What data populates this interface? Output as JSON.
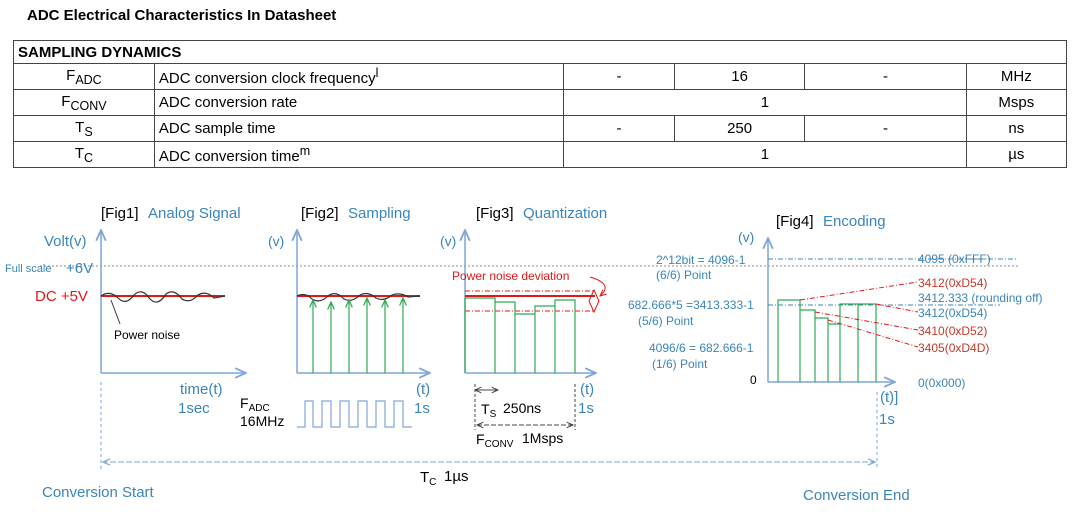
{
  "title": "ADC Electrical Characteristics  In Datasheet",
  "table": {
    "section": "SAMPLING DYNAMICS",
    "rows": [
      {
        "sym": "F",
        "sub": "ADC",
        "sup": "",
        "desc": "ADC conversion clock frequency",
        "mark": "l",
        "min": "-",
        "typ": "16",
        "max": "-",
        "unit": "MHz"
      },
      {
        "sym": "F",
        "sub": "CONV",
        "sup": "",
        "desc": "ADC conversion rate",
        "mark": "",
        "span": "1",
        "unit": "Msps"
      },
      {
        "sym": "T",
        "sub": "S",
        "desc": "ADC sample time",
        "mark": "",
        "min": "-",
        "typ": "250",
        "max": "-",
        "unit": "ns"
      },
      {
        "sym": "T",
        "sub": "C",
        "desc": "ADC conversion time",
        "mark": "m",
        "span": "1",
        "unit": "µs"
      }
    ]
  },
  "fig1": {
    "tag": "[Fig1]",
    "name": "Analog Signal",
    "yaxis": "Volt(v)",
    "fullscale": "Full scale",
    "plus6": "+6V",
    "dc": "DC +5V",
    "noise": "Power noise",
    "xaxis": "time(t)",
    "xunit": "1sec"
  },
  "fig2": {
    "tag": "[Fig2]",
    "name": "Sampling",
    "yaxis": "(v)",
    "xaxis": "(t)",
    "xunit": "1s",
    "fadc": "F",
    "fadc_sub": "ADC",
    "freq": "16MHz"
  },
  "fig3": {
    "tag": "[Fig3]",
    "name": "Quantization",
    "yaxis": "(v)",
    "deviation": "Power noise deviation",
    "xaxis": "(t)",
    "xunit": "1s",
    "ts": "T",
    "ts_sub": "S",
    "ts_val": "250ns",
    "fconv": "F",
    "fconv_sub": "CONV",
    "fconv_val": "1Msps"
  },
  "fig4": {
    "tag": "[Fig4]",
    "name": "Encoding",
    "yaxis": "(v)",
    "xaxis": "(t)]",
    "xunit": "1s",
    "left_labels": [
      "2^12bit  = 4096-1",
      "(6/6) Point",
      "682.666*5  =3413.333-1",
      "(5/6) Point",
      "4096/6 = 682.666-1",
      "(1/6) Point",
      "0"
    ],
    "right_labels": [
      "4095  (0xFFF)",
      "3412(0xD54)",
      "3412.333  (rounding off)",
      "3412(0xD54)",
      "3410(0xD52)",
      "3405(0xD4D)",
      "0(0x000)"
    ]
  },
  "bottom": {
    "start": "Conversion Start",
    "end": "Conversion End",
    "tc": "T",
    "tc_sub": "C",
    "tc_val": "1µs"
  },
  "colors": {
    "blue": "#3a84b9",
    "red": "#e01818",
    "green": "#2faa55",
    "axis": "#7fa6d6"
  }
}
